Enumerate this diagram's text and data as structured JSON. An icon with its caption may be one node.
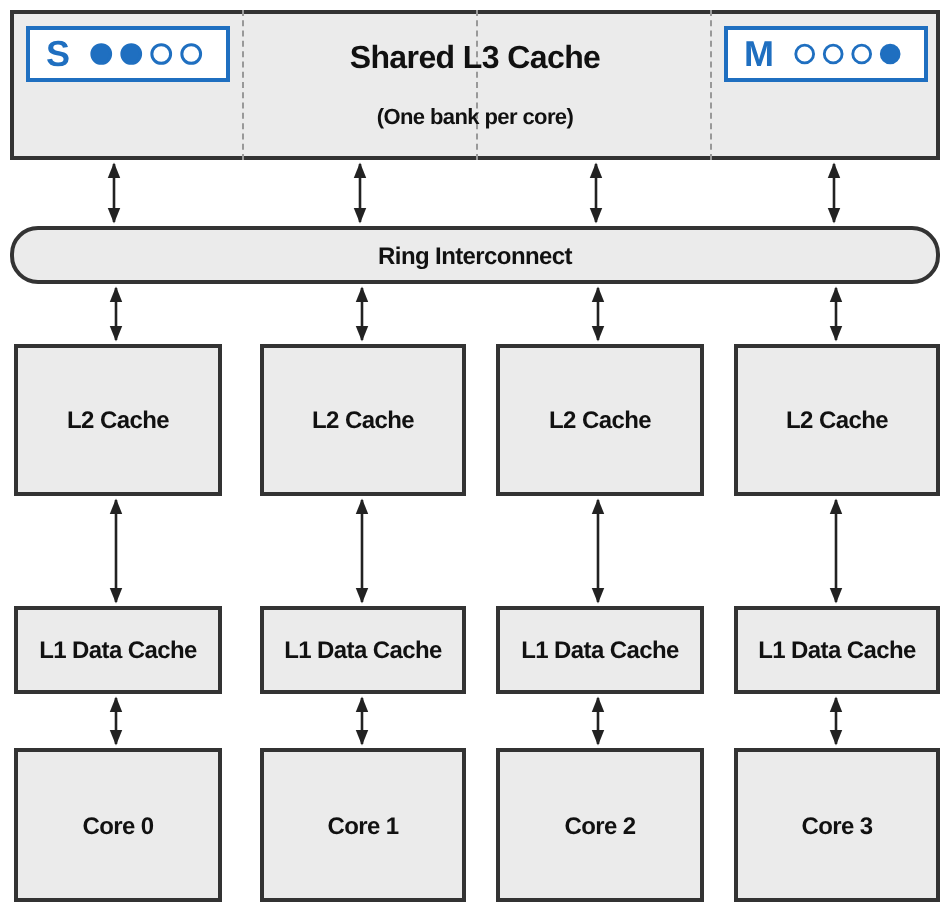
{
  "diagram": {
    "nodes": [
      {
        "text": [
          "Shared L3 Cache",
          "(One bank per core)"
        ]
      },
      {
        "text": [
          "Ring Interconnect"
        ]
      },
      {
        "text": [
          "L2 Cache"
        ]
      },
      {
        "text": [
          "L2 Cache"
        ]
      },
      {
        "text": [
          "L2 Cache"
        ]
      },
      {
        "text": [
          "L2 Cache"
        ]
      },
      {
        "text": [
          "L1 Data Cache"
        ]
      },
      {
        "text": [
          "L1 Data Cache"
        ]
      },
      {
        "text": [
          "L1 Data Cache"
        ]
      },
      {
        "text": [
          "L1 Data Cache"
        ]
      },
      {
        "text": [
          "Core 0"
        ]
      },
      {
        "text": [
          "Core 1"
        ]
      },
      {
        "text": [
          "Core 2"
        ]
      },
      {
        "text": [
          "Core 3"
        ]
      }
    ],
    "edges": [
      {
        "from": 0,
        "to": 1,
        "arrow": "both"
      },
      {
        "from": 0,
        "to": 1,
        "arrow": "both"
      },
      {
        "from": 0,
        "to": 1,
        "arrow": "both"
      },
      {
        "from": 0,
        "to": 1,
        "arrow": "both"
      },
      {
        "from": 1,
        "to": 2,
        "arrow": "both"
      },
      {
        "from": 1,
        "to": 3,
        "arrow": "both"
      },
      {
        "from": 1,
        "to": 4,
        "arrow": "both"
      },
      {
        "from": 1,
        "to": 5,
        "arrow": "both"
      },
      {
        "from": 2,
        "to": 6,
        "arrow": "both"
      },
      {
        "from": 3,
        "to": 7,
        "arrow": "both"
      },
      {
        "from": 4,
        "to": 8,
        "arrow": "both"
      },
      {
        "from": 5,
        "to": 9,
        "arrow": "both"
      },
      {
        "from": 6,
        "to": 10,
        "arrow": "both"
      },
      {
        "from": 7,
        "to": 11,
        "arrow": "both"
      },
      {
        "from": 8,
        "to": 12,
        "arrow": "both"
      },
      {
        "from": 9,
        "to": 13,
        "arrow": "both"
      }
    ],
    "labels": [
      "S",
      "M"
    ]
  }
}
